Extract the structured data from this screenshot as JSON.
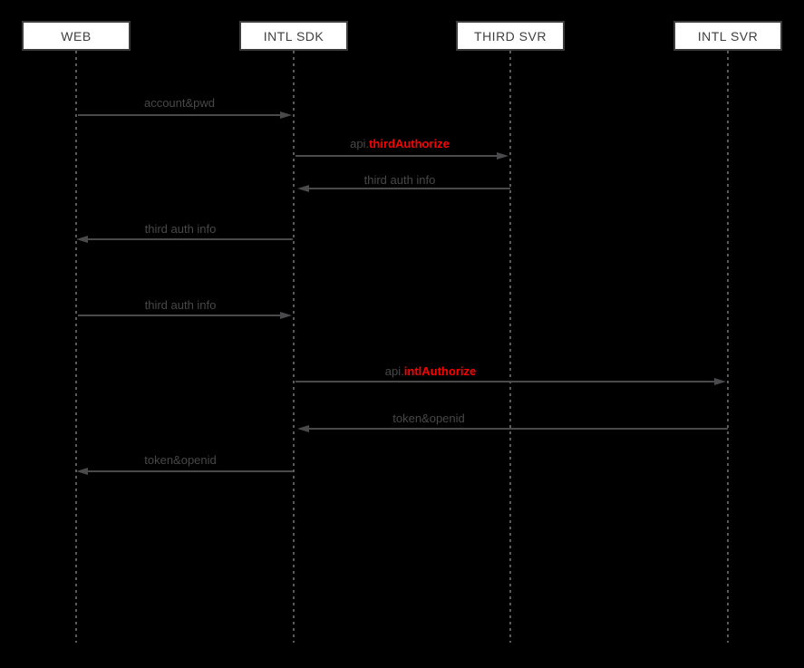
{
  "diagram": {
    "type": "sequence-diagram",
    "background_color": "#000000",
    "colors": {
      "actor_box_fill": "#ffffff",
      "actor_box_border": "#3c3c3c",
      "actor_text": "#3f4041",
      "lifeline": "#5a5a5a",
      "arrow": "#4a4a4c",
      "label_text": "#48484a",
      "highlight_text": "#ff0000"
    },
    "actors": [
      {
        "id": "web",
        "label": "WEB"
      },
      {
        "id": "intl-sdk",
        "label": "INTL SDK"
      },
      {
        "id": "third-svr",
        "label": "THIRD SVR"
      },
      {
        "id": "intl-svr",
        "label": "INTL SVR"
      }
    ],
    "messages": [
      {
        "from": "WEB",
        "to": "INTL SDK",
        "label": "account&pwd"
      },
      {
        "from": "INTL SDK",
        "to": "THIRD SVR",
        "prefix": "api.",
        "highlight": "thirdAuthorize"
      },
      {
        "from": "THIRD SVR",
        "to": "INTL SDK",
        "label": "third auth info"
      },
      {
        "from": "INTL SDK",
        "to": "WEB",
        "label": "third auth info"
      },
      {
        "from": "WEB",
        "to": "INTL SDK",
        "label": "third auth info"
      },
      {
        "from": "INTL SDK",
        "to": "INTL SVR",
        "prefix": "api.",
        "highlight": "intlAuthorize"
      },
      {
        "from": "INTL SVR",
        "to": "INTL SDK",
        "label": "token&openid"
      },
      {
        "from": "INTL SDK",
        "to": "WEB",
        "label": "token&openid"
      }
    ]
  }
}
